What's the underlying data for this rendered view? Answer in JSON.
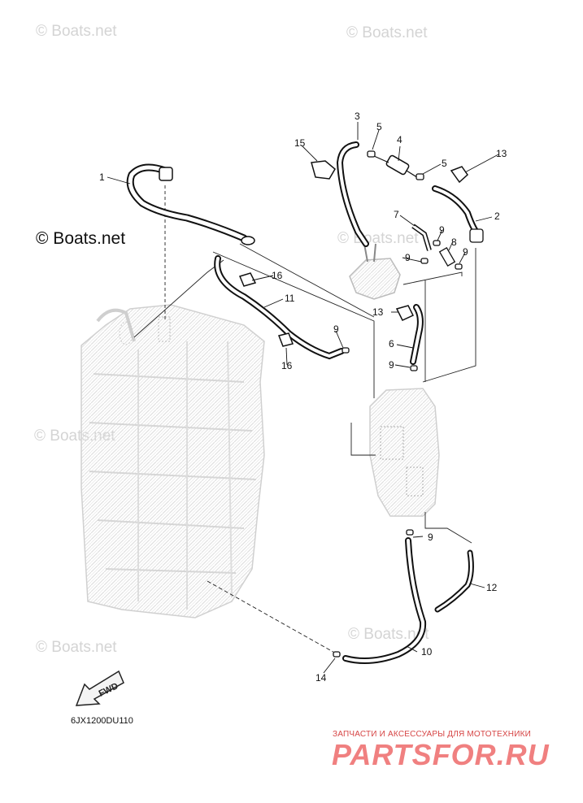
{
  "watermarks": [
    "© Boats.net",
    "© Boats.net",
    "© Boats.net",
    "© Boats.net",
    "© Boats.net",
    "© Boats.net"
  ],
  "watermark_dark": "© Boats.net",
  "diagram_code": "6JX1200DU110",
  "fwd_label": "FWD",
  "callouts": [
    "1",
    "2",
    "3",
    "4",
    "5",
    "5",
    "7",
    "8",
    "9",
    "9",
    "9",
    "9",
    "9",
    "6",
    "13",
    "13",
    "15",
    "16",
    "16",
    "11",
    "12",
    "10",
    "14",
    "9"
  ],
  "shop": {
    "caption": "ЗАПЧАСТИ И АКСЕССУАРЫ ДЛЯ МОТОТЕХНИКИ",
    "logo": "PARTSFOR.RU"
  },
  "colors": {
    "line": "#111111",
    "engine": "#cfcfcf",
    "watermark": "#d4d4d4",
    "shop_red": "#e76a6a"
  }
}
